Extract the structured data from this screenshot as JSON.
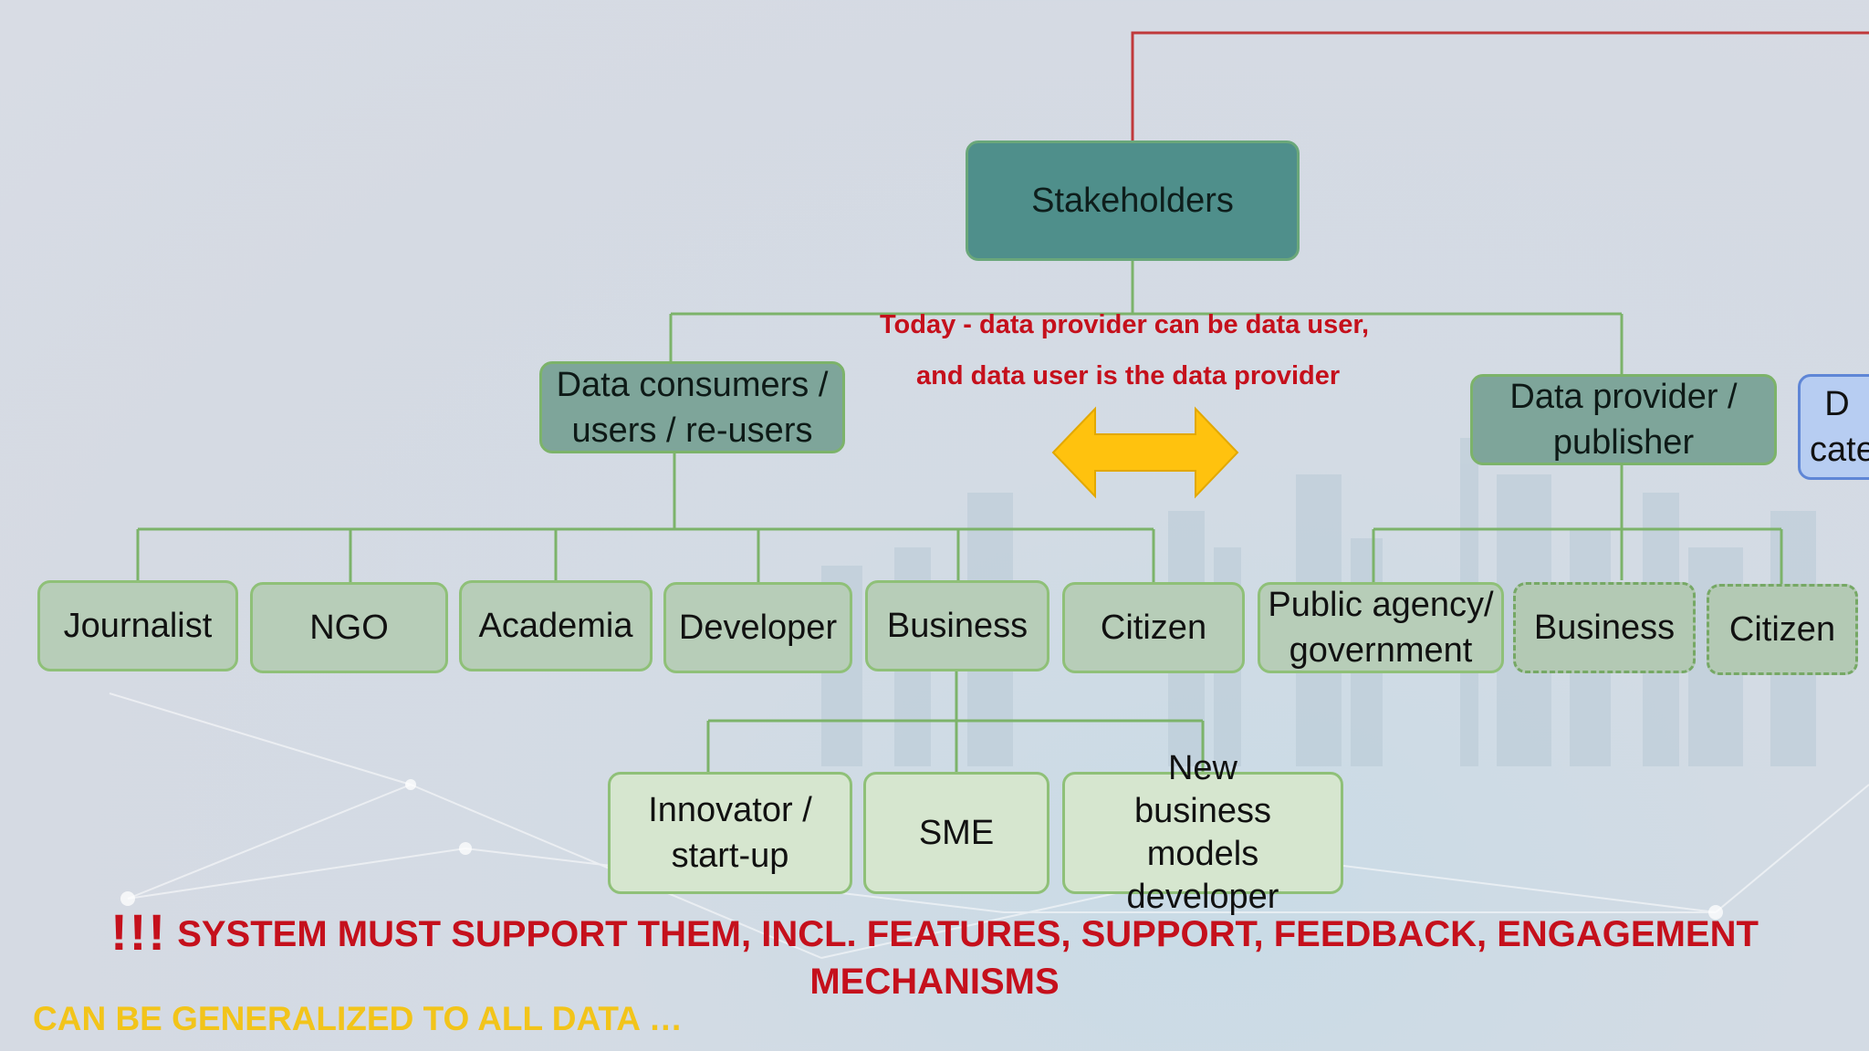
{
  "diagram": {
    "root": "Stakeholders",
    "consumers": {
      "title": "Data consumers / users / re-users",
      "children": [
        "Journalist",
        "NGO",
        "Academia",
        "Developer",
        "Business",
        "Citizen"
      ],
      "business_children": [
        "Innovator / start-up",
        "SME",
        "New business models developer"
      ]
    },
    "providers": {
      "title": "Data provider / publisher",
      "children": [
        "Public agency/ government",
        "Business",
        "Citizen"
      ]
    },
    "partial_box": "D cate"
  },
  "note": {
    "line1": "Today - data provider can be data user,",
    "line2": "and data user is the data provider"
  },
  "banner": {
    "prefix": "!!!",
    "text": "SYSTEM MUST SUPPORT THEM, INCL. FEATURES, SUPPORT, FEEDBACK, ENGAGEMENT MECHANISMS"
  },
  "footer": "CAN BE GENERALIZED TO ALL DATA …",
  "colors": {
    "connector": "#7cb36a",
    "top_connector": "#c0393b",
    "arrow": "#ffc20e",
    "alert_text": "#c5101c",
    "footer_text": "#f2c41a"
  }
}
